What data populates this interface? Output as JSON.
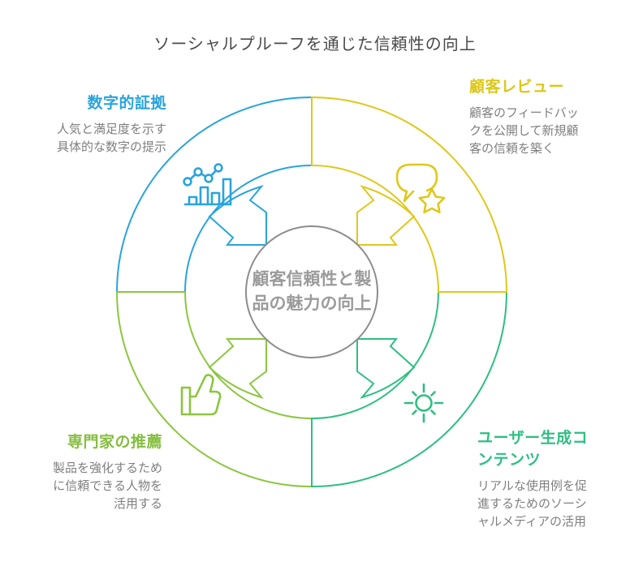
{
  "title": "ソーシャルプルーフを通じた信頼性の向上",
  "center": {
    "text": "顧客信頼性と製\n品の魅力の向上",
    "circle_color": "#8c8c8c",
    "text_color": "#9b9b9b"
  },
  "sections": [
    {
      "id": "numeric-evidence",
      "heading": "数字的証拠",
      "body": "人気と満足度を示す\n具体的な数字の提示",
      "color": "#29a4db",
      "icon": "bar-chart-icon",
      "position": "top-left"
    },
    {
      "id": "customer-reviews",
      "heading": "顧客レビュー",
      "body": "顧客のフィードバッ\nクを公開して新規顧\n客の信頼を築く",
      "color": "#dfc81b",
      "icon": "review-bubble-star-icon",
      "position": "top-right"
    },
    {
      "id": "expert-endorsement",
      "heading": "専門家の推薦",
      "body": "製品を強化するため\nに信頼できる人物を\n活用する",
      "color": "#8cc63f",
      "icon": "thumbs-up-icon",
      "position": "bottom-left"
    },
    {
      "id": "user-generated-content",
      "heading": "ユーザー生成コンテンツ",
      "body": "リアルな使用例を促\n進するためのソーシ\nャルメディアの活用",
      "color": "#2fbe83",
      "icon": "sun-icon",
      "position": "bottom-right"
    }
  ]
}
